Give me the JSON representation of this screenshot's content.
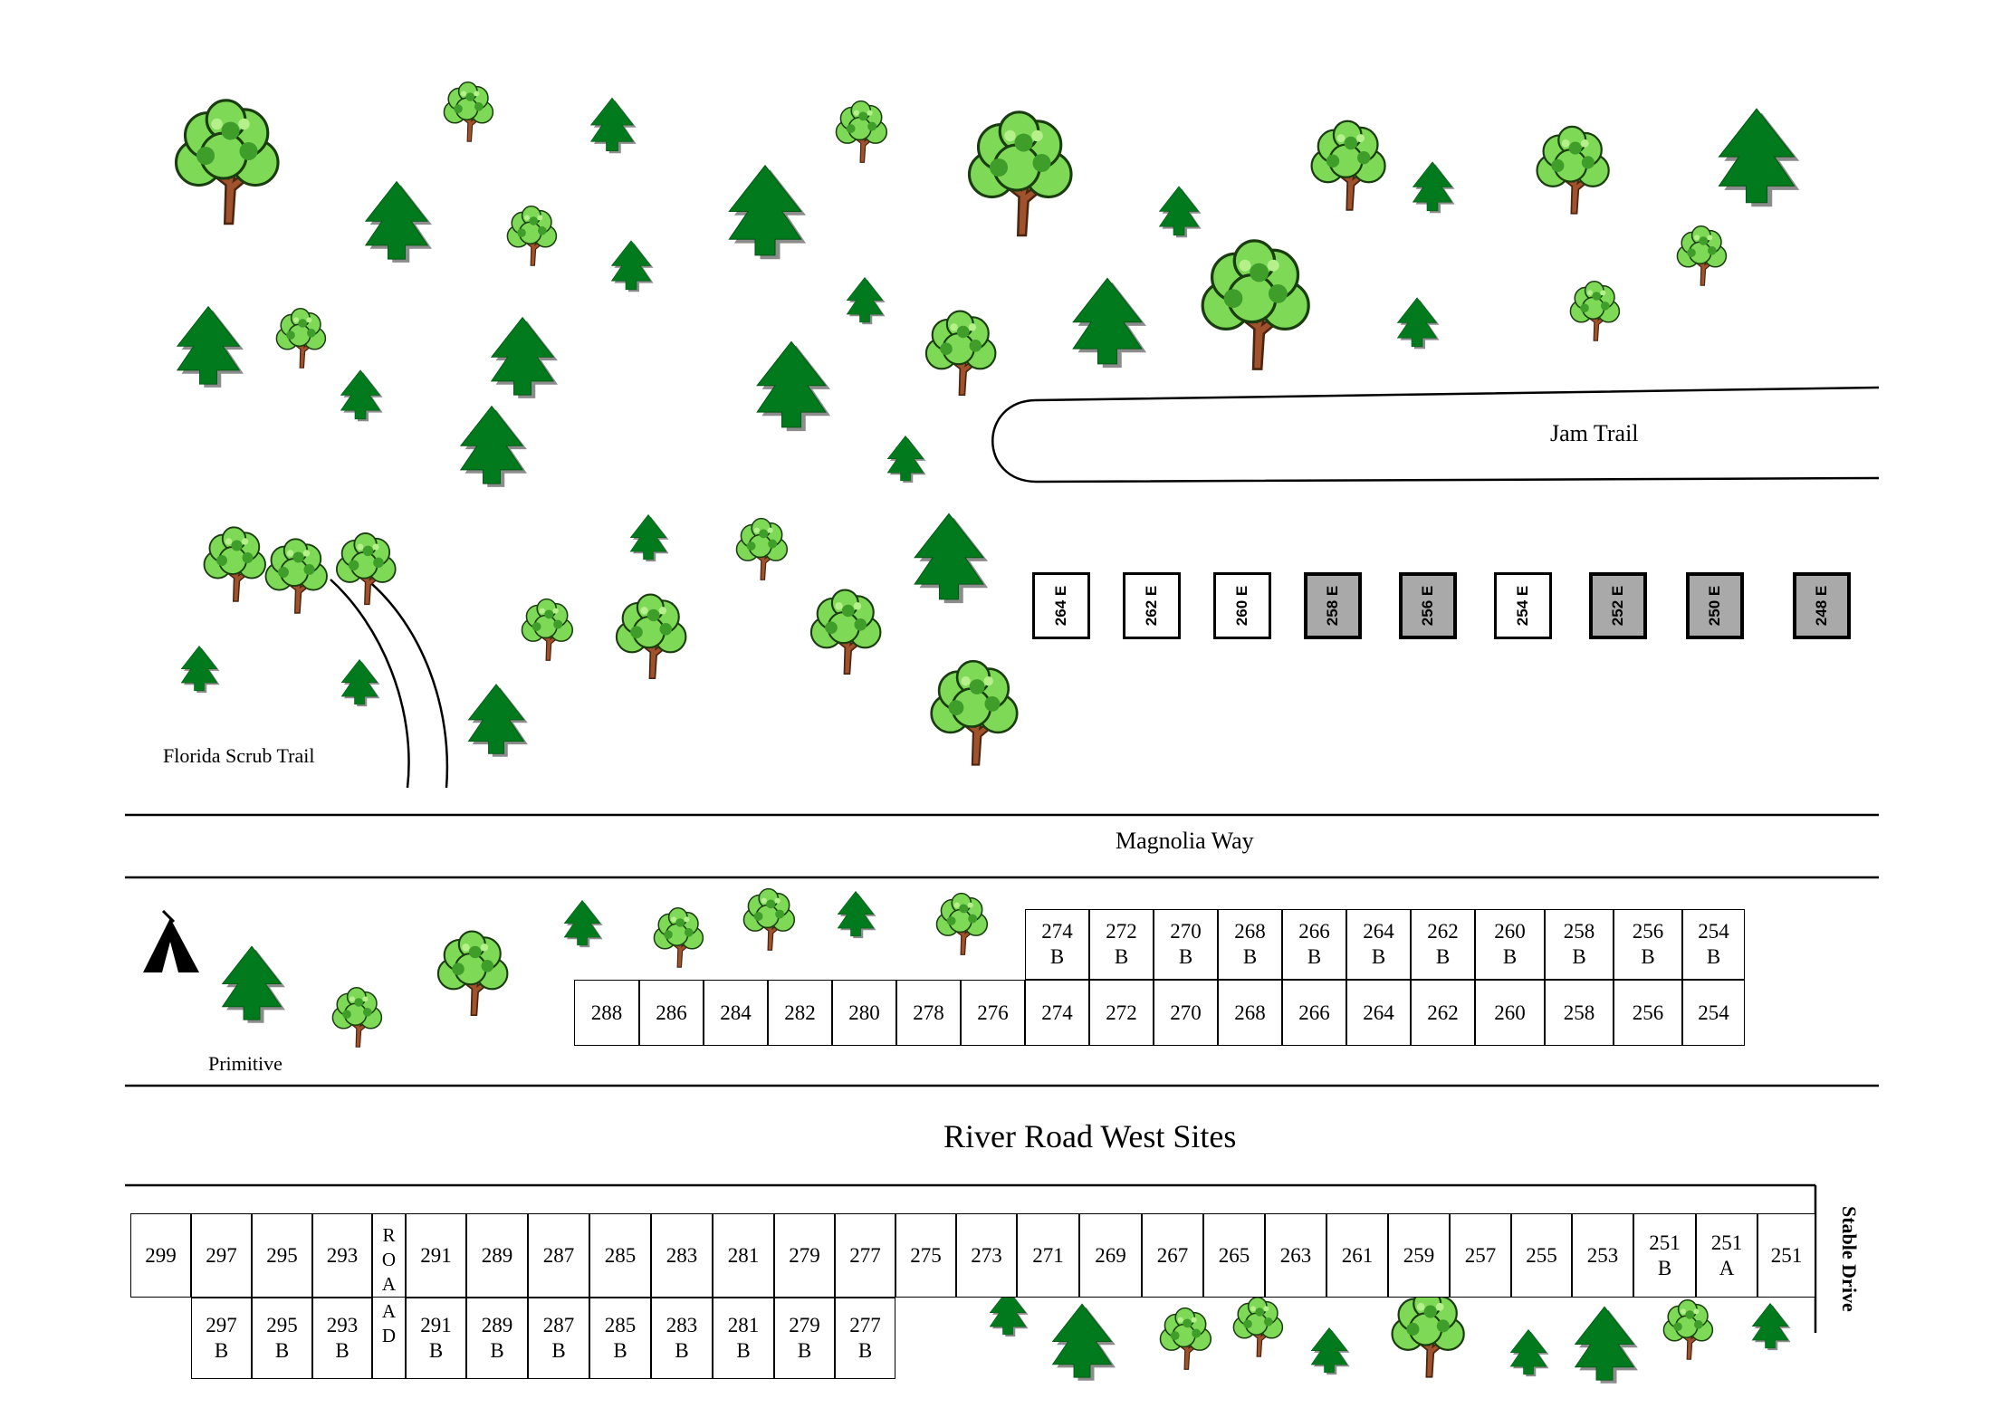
{
  "labels": {
    "jam_trail": "Jam Trail",
    "florida_scrub_trail": "Florida Scrub Trail",
    "magnolia_way": "Magnolia Way",
    "primitive": "Primitive",
    "title": "River Road West Sites",
    "stable_drive": "Stable Drive"
  },
  "electric_sites": [
    {
      "label": "264 E",
      "shaded": false
    },
    {
      "label": "262 E",
      "shaded": false
    },
    {
      "label": "260 E",
      "shaded": false
    },
    {
      "label": "258 E",
      "shaded": true
    },
    {
      "label": "256 E",
      "shaded": true
    },
    {
      "label": "254 E",
      "shaded": false
    },
    {
      "label": "252 E",
      "shaded": true
    },
    {
      "label": "250 E",
      "shaded": true
    },
    {
      "label": "248 E",
      "shaded": true
    }
  ],
  "magnolia_b_sites": [
    "274 B",
    "272 B",
    "270 B",
    "268 B",
    "266 B",
    "264 B",
    "262 B",
    "260 B",
    "258 B",
    "256 B",
    "254 B"
  ],
  "magnolia_sites": [
    "288",
    "286",
    "284",
    "282",
    "280",
    "278",
    "276",
    "274",
    "272",
    "270",
    "268",
    "266",
    "264",
    "262",
    "260",
    "258",
    "256",
    "254"
  ],
  "river_road_sites": [
    "299",
    "297",
    "295",
    "293",
    "ROAD",
    "291",
    "289",
    "287",
    "285",
    "283",
    "281",
    "279",
    "277",
    "275",
    "273",
    "271",
    "269",
    "267",
    "265",
    "263",
    "261",
    "259",
    "257",
    "255",
    "253",
    "251 B",
    "251 A",
    "251"
  ],
  "river_road_b_sites": [
    "297 B",
    "295 B",
    "293 B",
    "AD",
    "291 B",
    "289 B",
    "287 B",
    "285 B",
    "283 B",
    "281 B",
    "279 B",
    "277 B"
  ],
  "colors": {
    "pine": "#007a1c",
    "pine_shadow": "#8c8c8c",
    "oak_leaf": "#7ed957",
    "oak_leaf_dark": "#3f9e2a",
    "oak_trunk": "#a0522d",
    "stall_shaded": "#a9a9a9"
  },
  "icons": {
    "pine": "pine-tree-icon",
    "oak": "oak-tree-icon",
    "tent": "tent-icon"
  }
}
